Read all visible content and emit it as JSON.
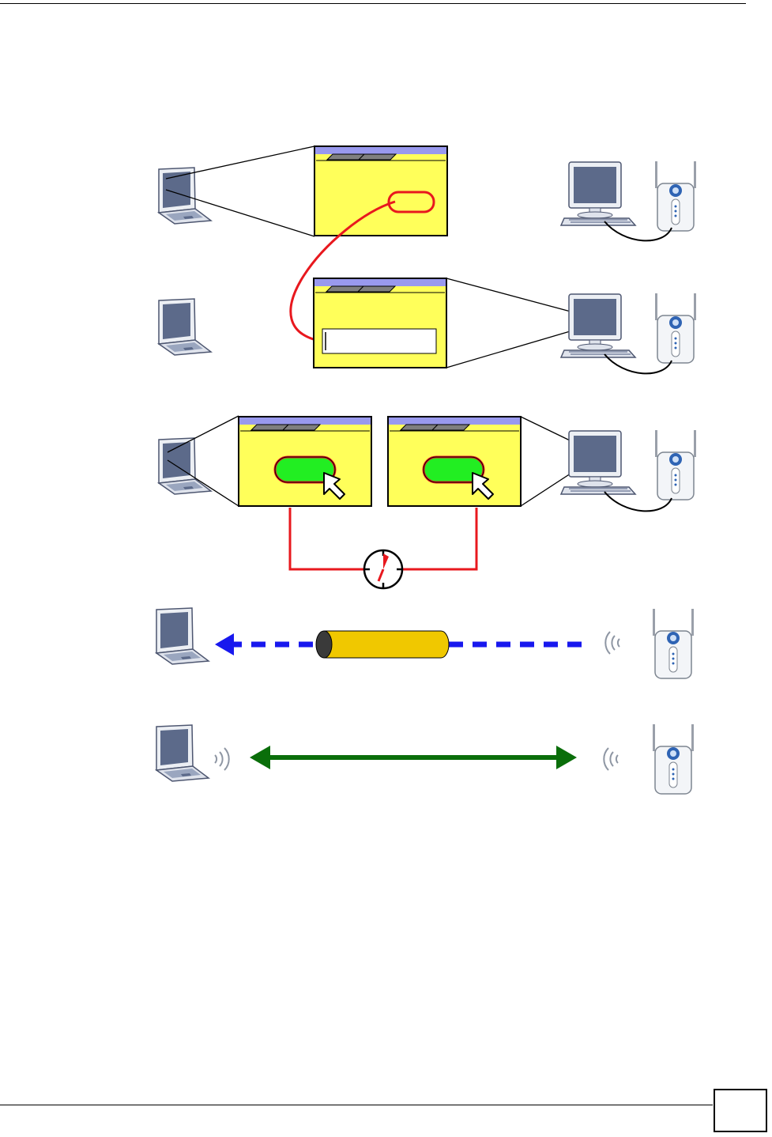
{
  "page": {
    "page_number": ""
  },
  "colors": {
    "screen_yellow": "#ffff5a",
    "tab_purple": "#9999ee",
    "tab_gray": "#7f7f7f",
    "highlight_red": "#e8181e",
    "button_green": "#22ee22",
    "laptop_screen": "#5c6a8a",
    "dashed_blue": "#1818ee",
    "tunnel_gold": "#f0c800",
    "double_arrow_green": "#0a6e0a",
    "cable_black": "#000000"
  },
  "diagram": {
    "rows": [
      {
        "id": "row1",
        "left_device": "laptop",
        "right_device": "desktop-with-access-point",
        "screen": "settings-window-with-highlighted-field"
      },
      {
        "id": "row2",
        "left_device": "laptop",
        "right_device": "desktop-with-access-point",
        "screen": "settings-window-with-text-field"
      },
      {
        "id": "row3",
        "left_device": "laptop",
        "right_device": "desktop-with-access-point",
        "screen": "two-windows-with-green-buttons-and-timer"
      },
      {
        "id": "row4",
        "left_device": "laptop",
        "right_device": "access-point",
        "link": "dashed-arrow-through-tunnel"
      },
      {
        "id": "row5",
        "left_device": "laptop",
        "right_device": "access-point",
        "link": "double-headed-arrow"
      }
    ],
    "icons": [
      "laptop-icon",
      "desktop-icon",
      "access-point-icon",
      "wireless-waves-icon",
      "cursor-icon",
      "timer-icon"
    ]
  }
}
